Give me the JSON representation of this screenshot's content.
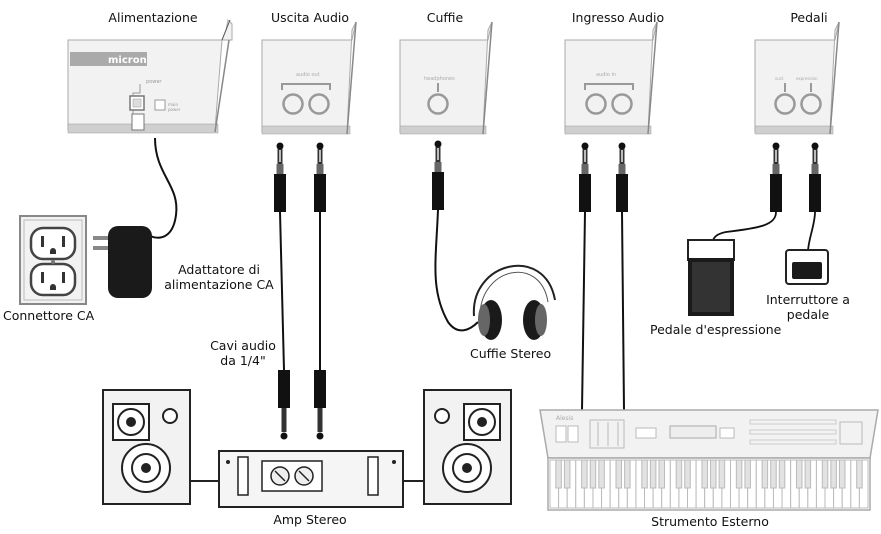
{
  "headers": {
    "alimentazione": "Alimentazione",
    "uscita_audio": "Uscita Audio",
    "cuffie": "Cuffie",
    "ingresso_audio": "Ingresso Audio",
    "pedali": "Pedali"
  },
  "labels": {
    "adattatore_line1": "Adattatore di",
    "adattatore_line2": "alimentazione CA",
    "connettore_ca": "Connettore CA",
    "cavi_line1": "Cavi audio",
    "cavi_line2": "da 1/4\"",
    "cuffie_stereo": "Cuffie Stereo",
    "pedale_espressione": "Pedale d'espressione",
    "interruttore_line1": "Interruttore a",
    "interruttore_line2": "pedale",
    "amp_stereo": "Amp Stereo",
    "strumento_esterno": "Strumento Esterno"
  },
  "device": {
    "brand": "micron",
    "power_label": "power",
    "audio_out_label": "audio out",
    "headphones_label": "headphones",
    "audio_in_label": "audio in",
    "sust_label": "sust",
    "expression_label": "expression",
    "keyboard_brand": "Alesis"
  }
}
